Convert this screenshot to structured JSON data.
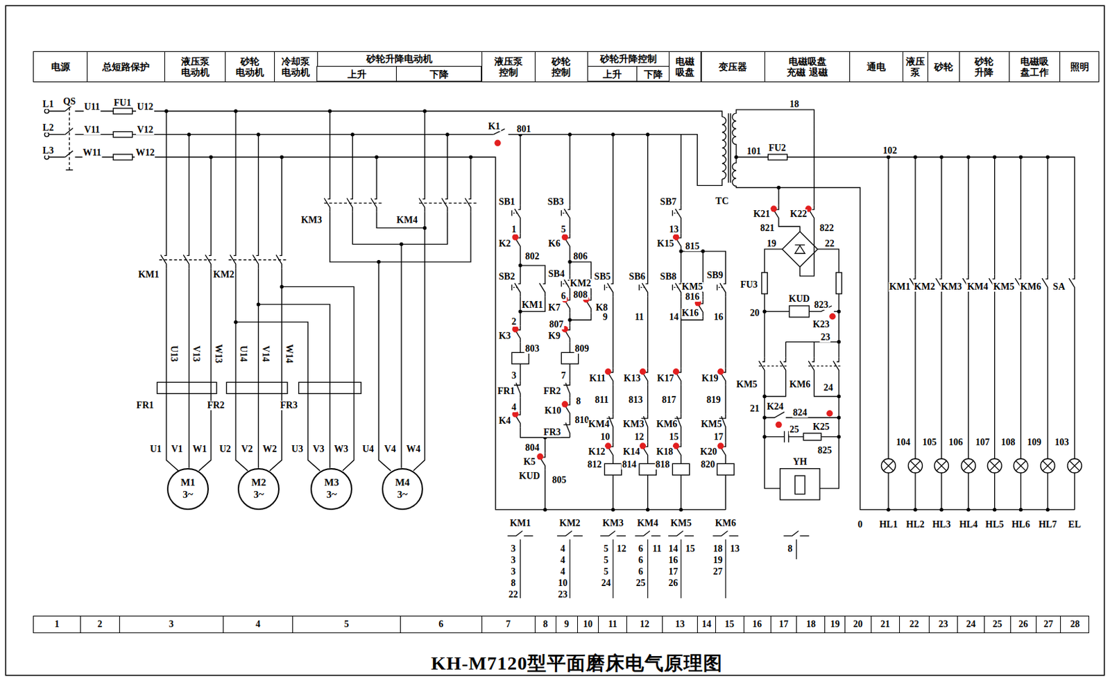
{
  "diagram": {
    "title": "KH-M7120型平面磨床电气原理图",
    "nodes": [
      {
        "text": [
          "电源"
        ]
      },
      {
        "text": [
          "总短路保护"
        ]
      },
      {
        "text": [
          "液压泵 电动机"
        ]
      },
      {
        "text": [
          "砂轮 电动机"
        ]
      },
      {
        "text": [
          "冷却泵 电动机"
        ]
      },
      {
        "text": [
          "砂轮升降电动机"
        ]
      },
      {
        "text": [
          "上升"
        ],
        "in": 5
      },
      {
        "text": [
          "下降"
        ],
        "in": 5
      },
      {
        "text": [
          "液压泵 控制"
        ]
      },
      {
        "text": [
          "砂轮 控制"
        ]
      },
      {
        "text": [
          "砂轮升降控制"
        ]
      },
      {
        "text": [
          "上升"
        ],
        "in": 10
      },
      {
        "text": [
          "下降"
        ],
        "in": 10
      },
      {
        "text": [
          "电磁 吸盘"
        ]
      },
      {
        "text": [
          "变压器"
        ]
      },
      {
        "text": [
          "电磁吸盘",
          "充磁 退磁"
        ]
      },
      {
        "text": [
          "通电"
        ]
      },
      {
        "text": [
          "液压 泵"
        ]
      },
      {
        "text": [
          "砂轮"
        ]
      },
      {
        "text": [
          "砂轮 升降"
        ]
      },
      {
        "text": [
          "电磁吸 盘工作"
        ]
      },
      {
        "text": [
          "照明"
        ]
      },
      {
        "text": [
          "M1 3~"
        ]
      },
      {
        "text": [
          "M2 3~"
        ]
      },
      {
        "text": [
          "M3 3~"
        ]
      },
      {
        "text": [
          "M4 3~"
        ]
      },
      {
        "text": [
          "1"
        ]
      },
      {
        "text": [
          "2"
        ]
      },
      {
        "text": [
          "3"
        ]
      },
      {
        "text": [
          "4"
        ]
      },
      {
        "text": [
          "5"
        ]
      },
      {
        "text": [
          "6"
        ]
      },
      {
        "text": [
          "7"
        ]
      },
      {
        "text": [
          "8"
        ]
      },
      {
        "text": [
          "9"
        ]
      },
      {
        "text": [
          "10"
        ]
      },
      {
        "text": [
          "11"
        ]
      },
      {
        "text": [
          "12"
        ]
      },
      {
        "text": [
          "13"
        ]
      },
      {
        "text": [
          "14"
        ]
      },
      {
        "text": [
          "15"
        ]
      },
      {
        "text": [
          "16"
        ]
      },
      {
        "text": [
          "17"
        ]
      },
      {
        "text": [
          "18"
        ]
      },
      {
        "text": [
          "19"
        ]
      },
      {
        "text": [
          "20"
        ]
      },
      {
        "text": [
          "21"
        ]
      },
      {
        "text": [
          "22"
        ]
      },
      {
        "text": [
          "23"
        ]
      },
      {
        "text": [
          "24"
        ]
      },
      {
        "text": [
          "25"
        ]
      },
      {
        "text": [
          "26"
        ]
      },
      {
        "text": [
          "27"
        ]
      },
      {
        "text": [
          "28"
        ]
      }
    ],
    "labels": [
      "L1",
      "QS",
      "U11",
      "FU1",
      "U12",
      "L2",
      "V11",
      "V12",
      "L3",
      "W11",
      "W12",
      "KM3",
      "KM4",
      "KM1",
      "KM2",
      "U13",
      "V13",
      "W13",
      "U14",
      "V14",
      "W14",
      "FR1",
      "FR2",
      "FR3",
      "U1",
      "V1",
      "W1",
      "U2",
      "V2",
      "W2",
      "U3",
      "V3",
      "W3",
      "U4",
      "V4",
      "W4",
      "K1",
      "801",
      "SB1",
      "1",
      "K2",
      "802",
      "SB2",
      "KM1",
      "2",
      "K3",
      "803",
      "3",
      "FR1",
      "4",
      "K4",
      "804",
      "K5",
      "KUD",
      "805",
      "SB3",
      "5",
      "K6",
      "806",
      "SB4",
      "KM2",
      "808",
      "6",
      "K7",
      "K8",
      "807",
      "K9",
      "809",
      "7",
      "FR2",
      "8",
      "K10",
      "810",
      "FR3",
      "SB5",
      "9",
      "K11",
      "811",
      "KM4",
      "10",
      "K12",
      "812",
      "SB6",
      "11",
      "K13",
      "813",
      "KM3",
      "12",
      "K14",
      "814",
      "SB7",
      "13",
      "K15",
      "815",
      "SB8",
      "KM5",
      "816",
      "K16",
      "14",
      "K17",
      "817",
      "KM6",
      "15",
      "K18",
      "818",
      "SB9",
      "16",
      "K19",
      "819",
      "KM5",
      "17",
      "K20",
      "820",
      "KM1",
      "KM2",
      "KM3",
      "KM4",
      "KM5",
      "KM6",
      "3",
      "3",
      "3",
      "8",
      "22",
      "4",
      "4",
      "4",
      "10",
      "23",
      "5",
      "5",
      "5",
      "24",
      "12",
      "6",
      "6",
      "6",
      "25",
      "11",
      "14",
      "16",
      "17",
      "26",
      "15",
      "18",
      "19",
      "27",
      "13",
      "8",
      "18",
      "TC",
      "101",
      "FU2",
      "102",
      "K21",
      "K22",
      "821",
      "822",
      "19",
      "22",
      "FU3",
      "KUD",
      "823",
      "20",
      "K23",
      "23",
      "KM5",
      "KM6",
      "24",
      "21",
      "K24",
      "824",
      "K25",
      "25",
      "825",
      "YH",
      "KM1",
      "KM2",
      "KM3",
      "KM4",
      "KM5",
      "KM6",
      "SA",
      "104",
      "105",
      "106",
      "107",
      "108",
      "109",
      "103",
      "0",
      "HL1",
      "HL2",
      "HL3",
      "HL4",
      "HL5",
      "HL6",
      "HL7",
      "EL"
    ]
  }
}
